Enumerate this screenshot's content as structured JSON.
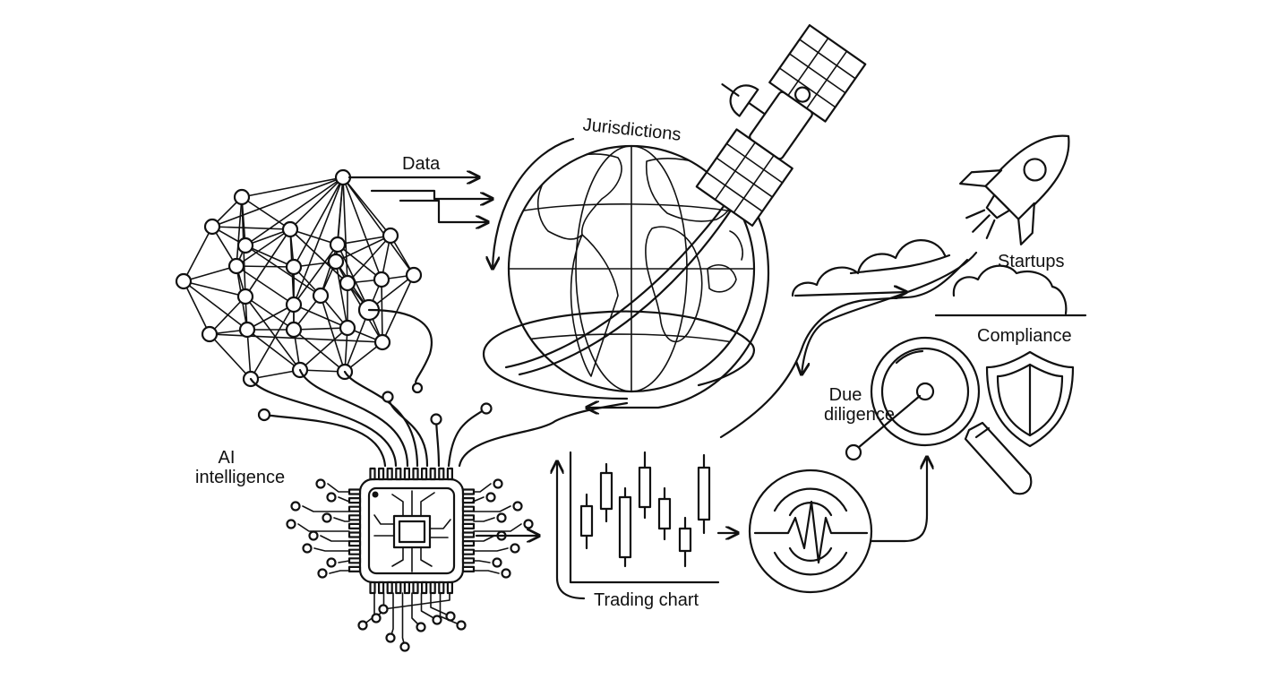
{
  "labels": {
    "data": "Data",
    "jurisdictions": "Jurisdictions",
    "startups": "Startups",
    "compliance": "Compliance",
    "due_diligence_1": "Due",
    "due_diligence_2": "diligence",
    "ai_1": "AI",
    "ai_2": "intelligence",
    "trading_chart": "Trading chart"
  },
  "icons": [
    "neural-network-icon",
    "globe-icon",
    "satellite-icon",
    "rocket-icon",
    "cloud-icon",
    "magnifier-icon",
    "shield-icon",
    "cpu-chip-icon",
    "candlestick-chart-icon",
    "signal-radar-icon"
  ],
  "colors": {
    "stroke": "#111111",
    "background": "#ffffff"
  }
}
